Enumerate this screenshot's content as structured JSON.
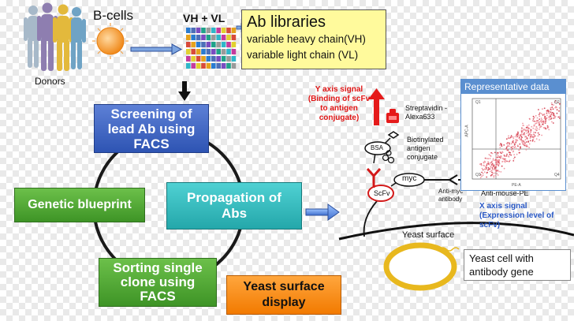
{
  "top": {
    "donors_label": "Donors",
    "bcells_label": "B-cells",
    "vhvl_label": "VH + VL",
    "ab_libraries": {
      "title": "Ab libraries",
      "line1": "variable heavy chain(VH)",
      "line2": "variable light chain (VL)"
    }
  },
  "cycle": {
    "screening": "Screening of lead Ab using FACS",
    "propagation": "Propagation of Abs",
    "sorting": "Sorting single clone using FACS",
    "genetic": "Genetic blueprint",
    "yeast_display": "Yeast surface display"
  },
  "schematic": {
    "y_axis_signal": "Y axis signal (Binding of scFv to antigen conjugate)",
    "streptavidin": "Streptavidin -Alexa633",
    "bsa": "BSA",
    "biotinylated": "Biotinylated antigen conjugate",
    "scfv": "ScFv",
    "myc": "myc",
    "anti_myc": "Anti-myc antibody",
    "anti_mouse": "Anti-mouse-PE",
    "x_axis_signal": "X axis signal (Expression level of scFv)",
    "yeast_surface": "Yeast surface",
    "yeast_cell": "Yeast cell with antibody gene"
  },
  "plot": {
    "header": "Representative data",
    "xlabel": "PE-A",
    "ylabel": "APC-A",
    "q1": "Q1",
    "q2": "Q2",
    "q3": "Q3",
    "q4": "Q4"
  },
  "colors": {
    "green": "#4fa832",
    "teal": "#2fbcbf",
    "blue": "#3a60c0",
    "orange": "#f7891e",
    "yellow": "#fffa9c",
    "red": "#e01515",
    "plot_header": "#5a8fd0"
  }
}
